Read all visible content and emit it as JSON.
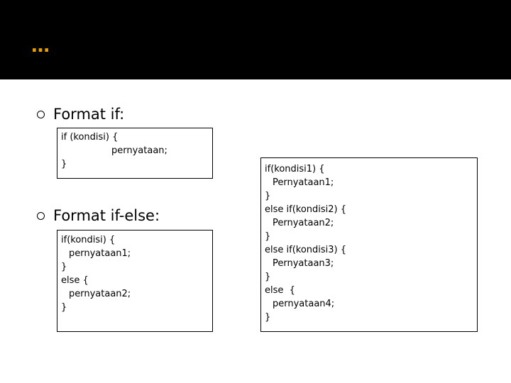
{
  "slide": {
    "title": "…",
    "accent_color": "#e8a200",
    "title_bar_color": "#000000"
  },
  "bullets": [
    {
      "icon": "circle-bullet-icon",
      "label": "Format if:"
    },
    {
      "icon": "circle-bullet-icon",
      "label": "Format if-else:"
    }
  ],
  "code_if": {
    "lines": [
      "if (kondisi) {",
      "pernyataan;",
      "}"
    ]
  },
  "code_if_else": {
    "lines": [
      "if(kondisi) {",
      "pernyataan1;",
      "}",
      "else {",
      "pernyataan2;",
      "}"
    ]
  },
  "code_else_if": {
    "lines": [
      "if(kondisi1) {",
      "Pernyataan1;",
      "}",
      "else if(kondisi2) {",
      "Pernyataan2;",
      "}",
      "else if(kondisi3) {",
      "Pernyataan3;",
      "}",
      "else  {",
      "pernyataan4;",
      "}"
    ]
  }
}
